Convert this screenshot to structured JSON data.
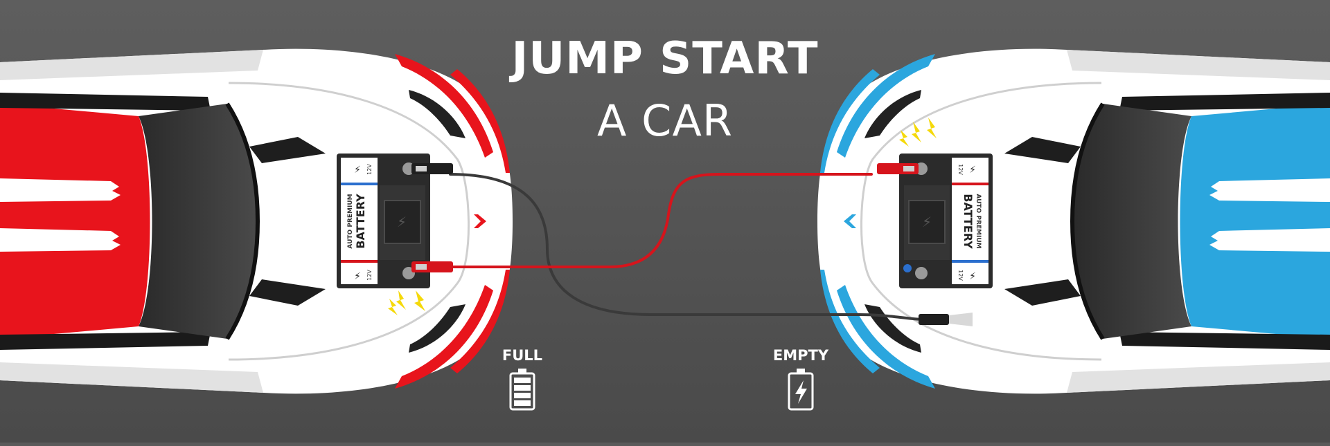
{
  "heading": {
    "line1": "JUMP START",
    "line2": "A CAR"
  },
  "battery_left": {
    "brand": "AUTO PREMIUM",
    "name": "BATTERY",
    "voltage": "12V"
  },
  "battery_right": {
    "brand": "AUTO PREMIUM",
    "name": "BATTERY",
    "voltage": "12V"
  },
  "status": {
    "full": "FULL",
    "empty": "EMPTY"
  },
  "colors": {
    "background": "#5a5a5a",
    "car_body": "#ffffff",
    "left_accent": "#e8141c",
    "right_accent": "#2ba6de",
    "positive_cable": "#d6141c",
    "negative_cable": "#3a3a3a",
    "battery_case": "#2b2b2b"
  },
  "icons": {
    "full_battery": "battery-full-icon",
    "empty_battery": "battery-charging-icon",
    "sparks": "spark-icon"
  }
}
